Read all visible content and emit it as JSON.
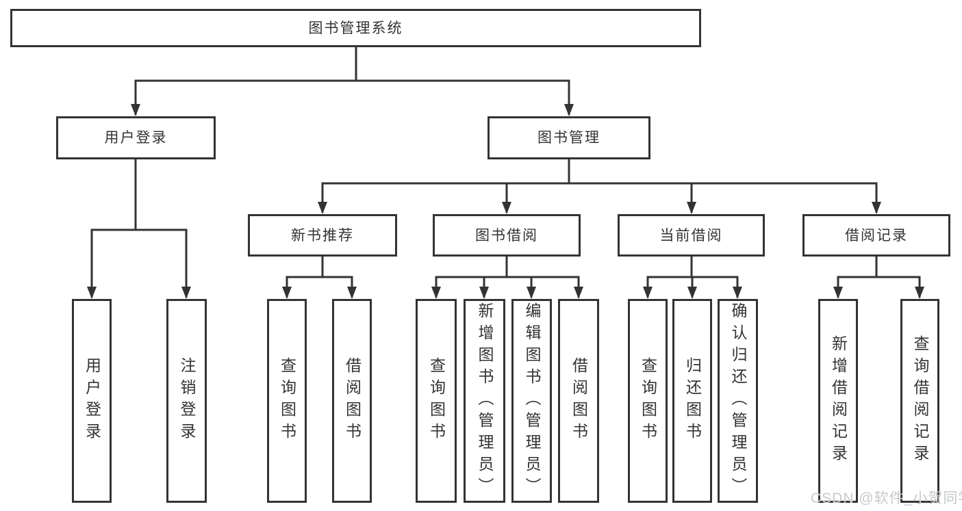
{
  "colors": {
    "line": "#333333",
    "text": "#333333",
    "background": "#ffffff",
    "watermark": "#c6c9cb"
  },
  "watermark": {
    "text": "CSDN @软件_小贺同学"
  },
  "tree": {
    "label": "图书管理系统",
    "children": [
      {
        "label": "用户登录",
        "children": [
          {
            "label": "用户登录"
          },
          {
            "label": "注销登录"
          }
        ]
      },
      {
        "label": "图书管理",
        "children": [
          {
            "label": "新书推荐",
            "children": [
              {
                "label": "查询图书"
              },
              {
                "label": "借阅图书"
              }
            ]
          },
          {
            "label": "图书借阅",
            "children": [
              {
                "label": "查询图书"
              },
              {
                "label": "新增图书（管理员）"
              },
              {
                "label": "编辑图书（管理员）"
              },
              {
                "label": "借阅图书"
              }
            ]
          },
          {
            "label": "当前借阅",
            "children": [
              {
                "label": "查询图书"
              },
              {
                "label": "归还图书"
              },
              {
                "label": "确认归还（管理员）"
              }
            ]
          },
          {
            "label": "借阅记录",
            "children": [
              {
                "label": "新增借阅记录"
              },
              {
                "label": "查询借阅记录"
              }
            ]
          }
        ]
      }
    ]
  }
}
